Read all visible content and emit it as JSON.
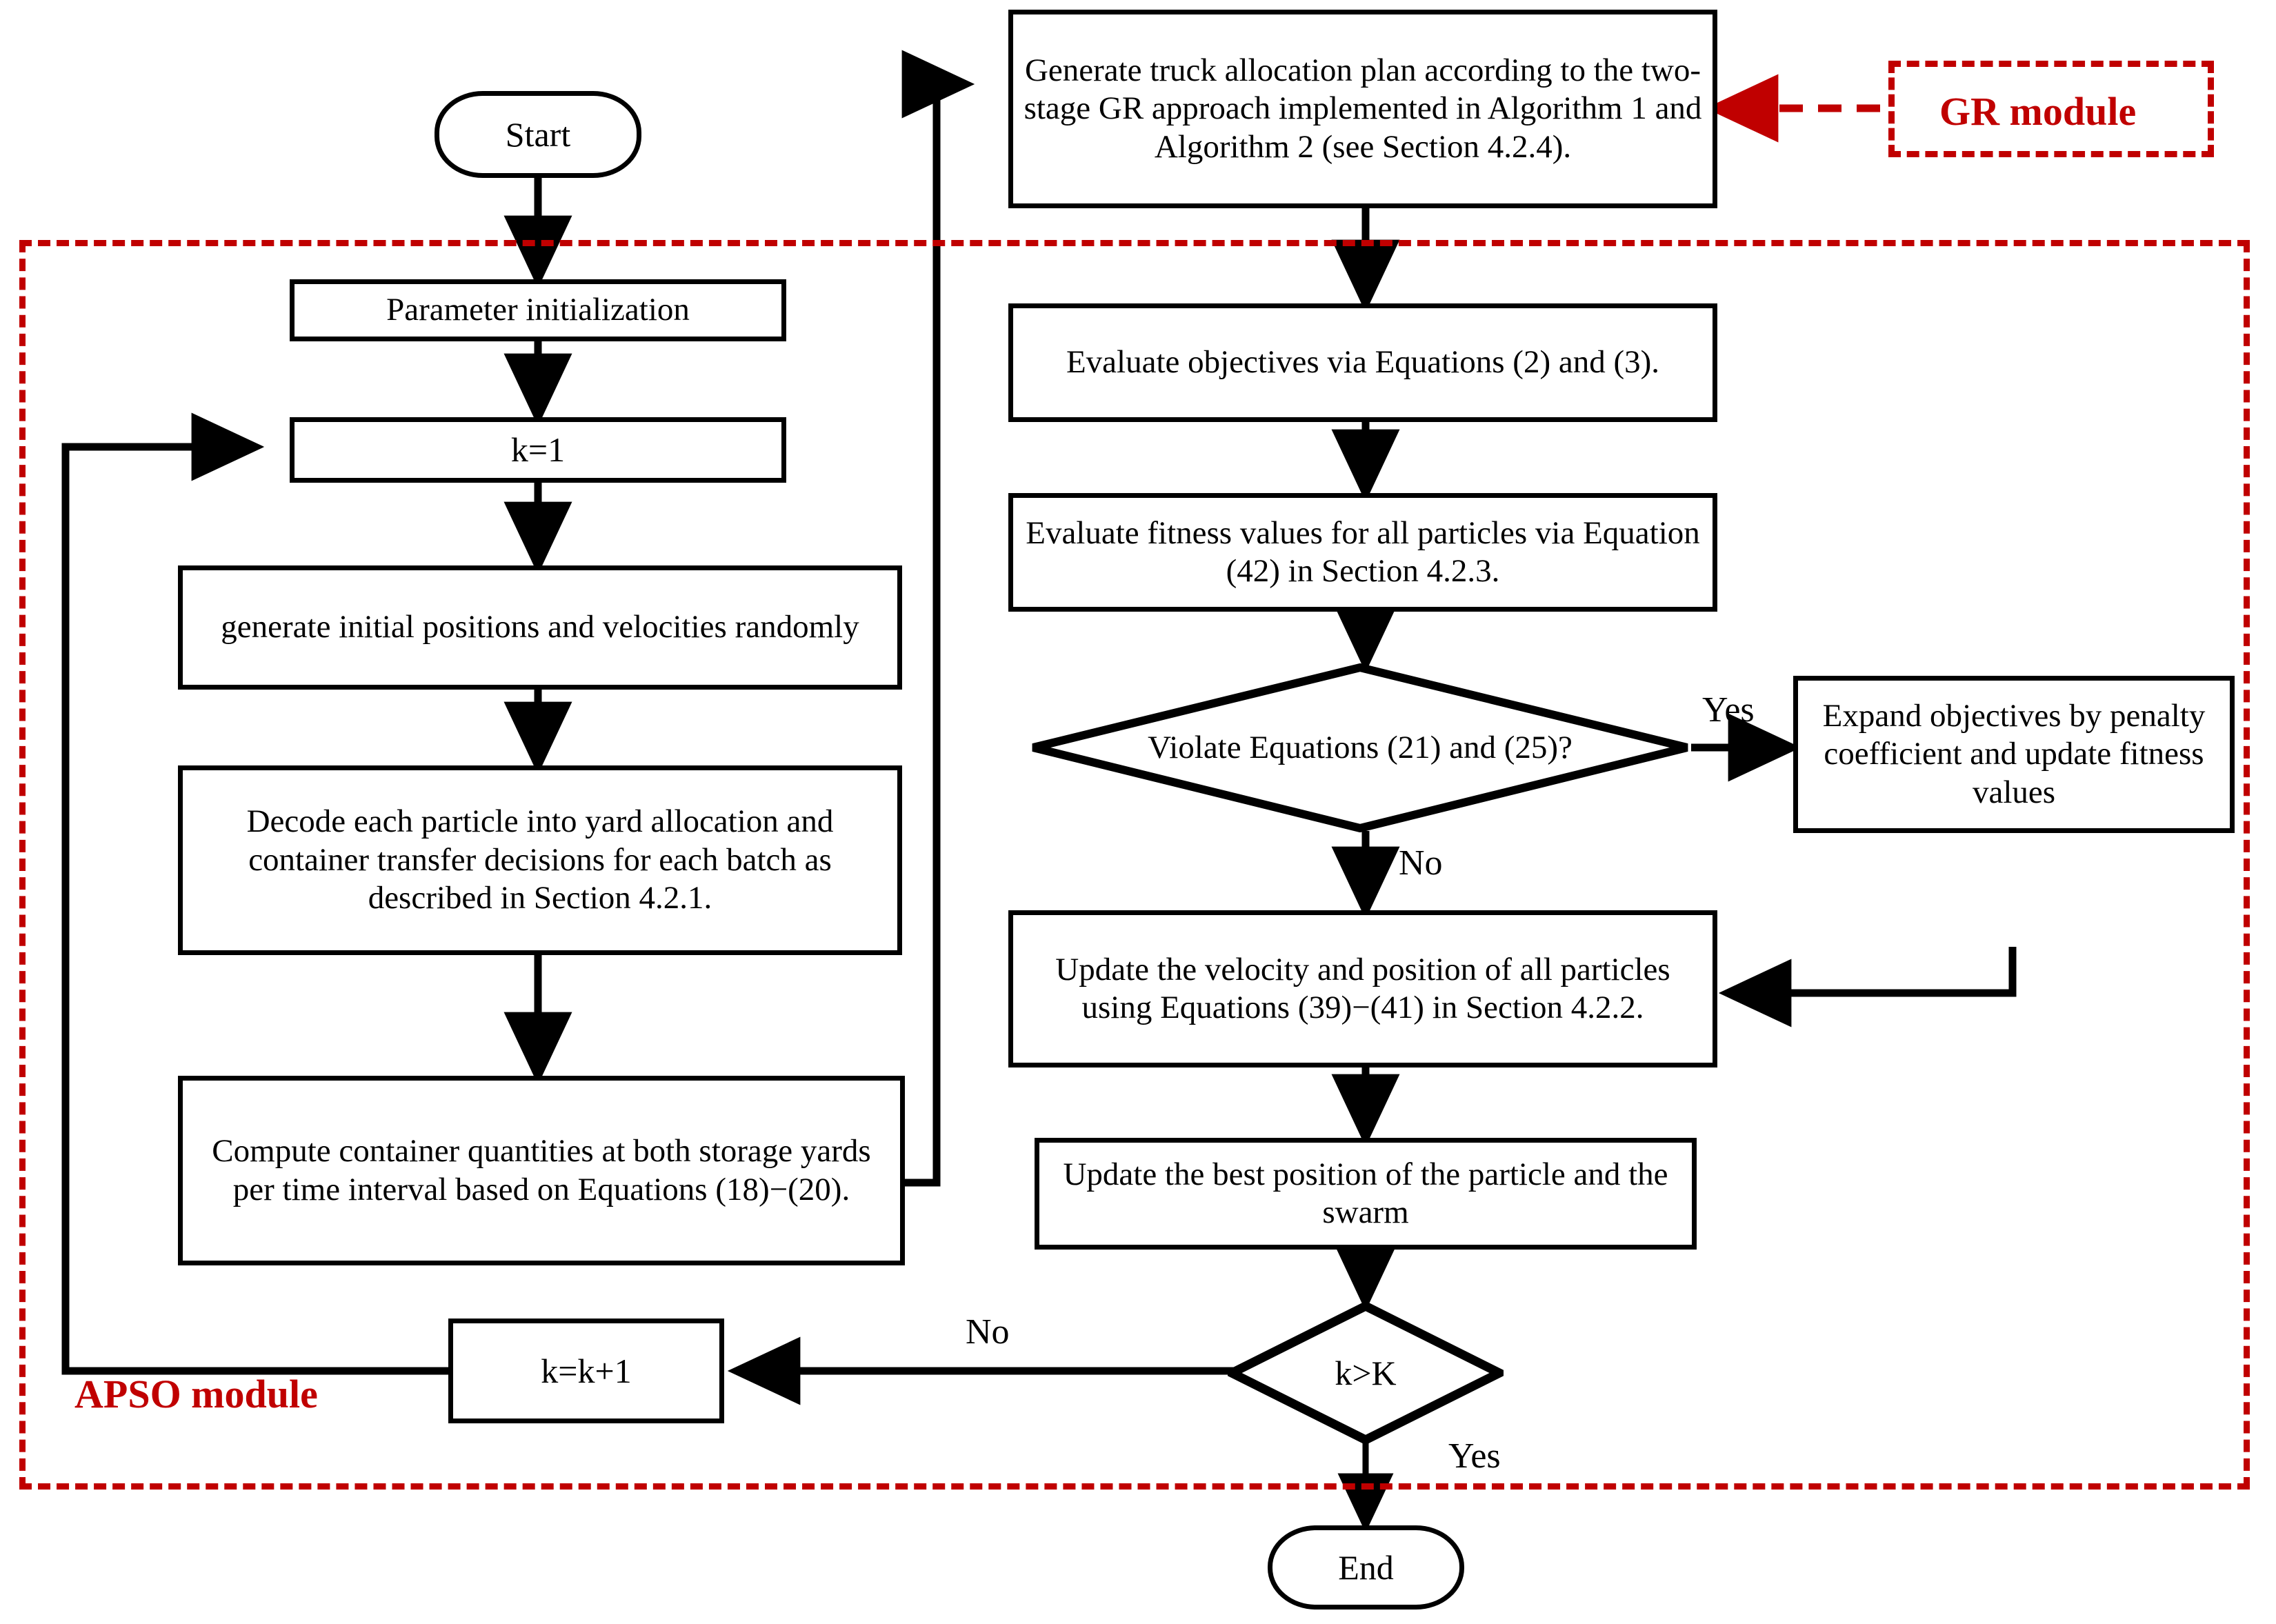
{
  "diagram": {
    "title": "APSO-GR algorithm flowchart",
    "accent_red": "#c00000",
    "line_black": "#000000"
  },
  "modules": [
    {
      "id": "gr",
      "label": "GR module"
    },
    {
      "id": "apso",
      "label": "APSO module"
    }
  ],
  "nodes": {
    "start": {
      "label": "Start",
      "shape": "terminator"
    },
    "param_init": {
      "label": "Parameter initialization",
      "shape": "process"
    },
    "k_init": {
      "label": "k=1",
      "shape": "process"
    },
    "gen_initial": {
      "label": "generate initial positions and velocities randomly",
      "shape": "process"
    },
    "decode": {
      "label": "Decode each particle into yard allocation and container transfer decisions for each batch as described in Section 4.2.1.",
      "shape": "process"
    },
    "compute_qty": {
      "label": "Compute container quantities at both storage yards per time interval based on Equations (18)−(20).",
      "shape": "process"
    },
    "truck_plan": {
      "label": "Generate truck allocation plan according to the two-stage GR approach implemented in Algorithm 1 and Algorithm 2 (see Section 4.2.4).",
      "shape": "process"
    },
    "eval_obj": {
      "label": "Evaluate objectives via Equations (2) and (3).",
      "shape": "process"
    },
    "eval_fitness": {
      "label": "Evaluate fitness values for all particles via Equation (42) in Section 4.2.3.",
      "shape": "process"
    },
    "violate": {
      "label": "Violate Equations (21) and (25)?",
      "shape": "decision"
    },
    "expand_obj": {
      "label": "Expand objectives by penalty coefficient and update fitness values",
      "shape": "process"
    },
    "update_vp": {
      "label": "Update the velocity and position of all particles using Equations (39)−(41) in Section 4.2.2.",
      "shape": "process"
    },
    "update_best": {
      "label": "Update the best position of the particle  and the swarm",
      "shape": "process"
    },
    "k_gt_K": {
      "label": "k>K",
      "shape": "decision"
    },
    "k_increment": {
      "label": "k=k+1",
      "shape": "process"
    },
    "end": {
      "label": "End",
      "shape": "terminator"
    }
  },
  "edge_labels": {
    "violate_yes": "Yes",
    "violate_no": "No",
    "loop_no": "No",
    "loop_yes": "Yes"
  }
}
